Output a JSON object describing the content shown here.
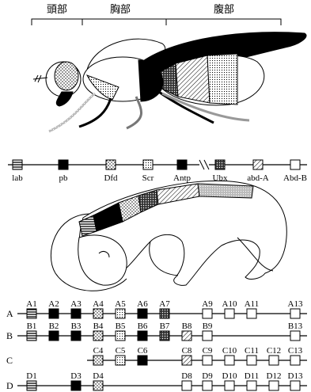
{
  "body_regions": [
    "頭部",
    "胸部",
    "腹部"
  ],
  "patterns": {
    "lab": "hstripe",
    "pb": "black",
    "Dfd": "dots",
    "Scr": "dense-dots",
    "Antp": "black",
    "Ubx": "dark-dots",
    "abd-A": "diag",
    "Abd-B": "blank"
  },
  "genes": [
    "lab",
    "pb",
    "Dfd",
    "Scr",
    "Antp",
    "Ubx",
    "abd-A",
    "Abd-B"
  ],
  "clusters": [
    {
      "row": "A",
      "items": [
        {
          "label": "A1",
          "p": "hstripe"
        },
        {
          "label": "A2",
          "p": "black"
        },
        {
          "label": "A3",
          "p": "black"
        },
        {
          "label": "A4",
          "p": "dots"
        },
        {
          "label": "A5",
          "p": "dense-dots"
        },
        {
          "label": "A6",
          "p": "black"
        },
        {
          "label": "A7",
          "p": "dark-dots"
        },
        {
          "label": "A9",
          "p": "blank"
        },
        {
          "label": "A10",
          "p": "blank"
        },
        {
          "label": "A11",
          "p": "blank"
        },
        {
          "label": "A13",
          "p": "blank"
        }
      ]
    },
    {
      "row": "B",
      "items": [
        {
          "label": "B1",
          "p": "hstripe"
        },
        {
          "label": "B2",
          "p": "black"
        },
        {
          "label": "B3",
          "p": "black"
        },
        {
          "label": "B4",
          "p": "dots"
        },
        {
          "label": "B5",
          "p": "dense-dots"
        },
        {
          "label": "B6",
          "p": "black"
        },
        {
          "label": "B7",
          "p": "dark-dots"
        },
        {
          "label": "B8",
          "p": "diag"
        },
        {
          "label": "B9",
          "p": "blank"
        },
        {
          "label": "B13",
          "p": "blank"
        }
      ]
    },
    {
      "row": "C",
      "items": [
        {
          "label": "C4",
          "p": "dots"
        },
        {
          "label": "C5",
          "p": "dense-dots"
        },
        {
          "label": "C6",
          "p": "black"
        },
        {
          "label": "C8",
          "p": "diag"
        },
        {
          "label": "C9",
          "p": "blank"
        },
        {
          "label": "C10",
          "p": "blank"
        },
        {
          "label": "C11",
          "p": "blank"
        },
        {
          "label": "C12",
          "p": "blank"
        },
        {
          "label": "C13",
          "p": "blank"
        }
      ]
    },
    {
      "row": "D",
      "items": [
        {
          "label": "D1",
          "p": "hstripe"
        },
        {
          "label": "D3",
          "p": "black"
        },
        {
          "label": "D4",
          "p": "dots"
        },
        {
          "label": "D8",
          "p": "blank"
        },
        {
          "label": "D9",
          "p": "blank"
        },
        {
          "label": "D10",
          "p": "blank"
        },
        {
          "label": "D11",
          "p": "blank"
        },
        {
          "label": "D12",
          "p": "blank"
        },
        {
          "label": "D13",
          "p": "blank"
        }
      ]
    }
  ]
}
